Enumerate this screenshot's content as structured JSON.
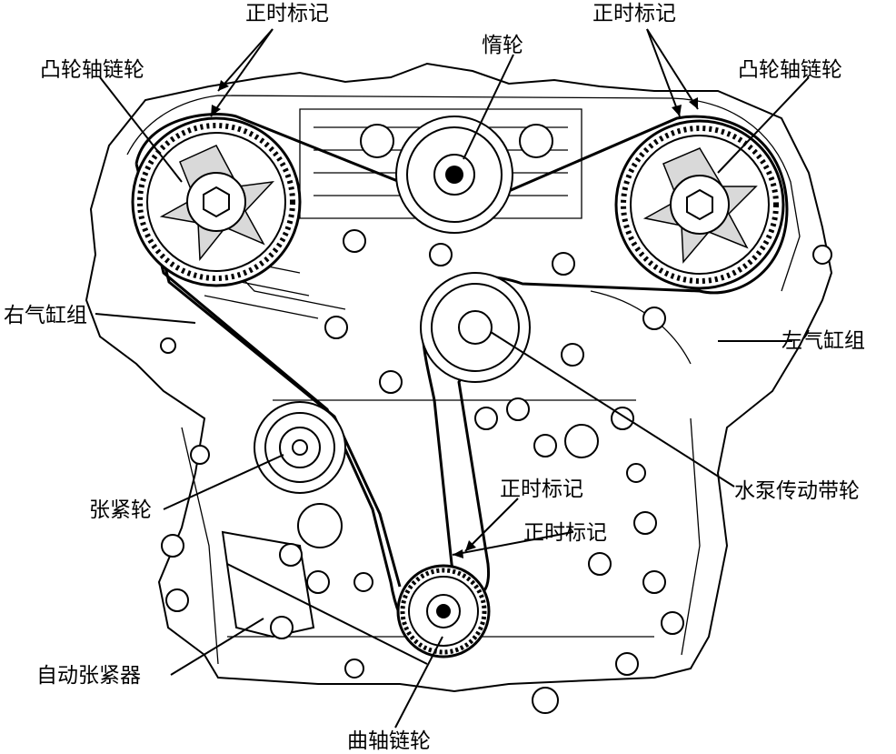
{
  "labels": {
    "timing_mark_left_top": "正时标记",
    "timing_mark_right_top": "正时标记",
    "cam_sprocket_left": "凸轮轴链轮",
    "cam_sprocket_right": "凸轮轴链轮",
    "idler": "惰轮",
    "right_bank": "右气缸组",
    "left_bank": "左气缸组",
    "water_pump_pulley": "水泵传动带轮",
    "tensioner_pulley": "张紧轮",
    "timing_mark_mid_1": "正时标记",
    "timing_mark_mid_2": "正时标记",
    "auto_tensioner": "自动张紧器",
    "crank_sprocket": "曲轴链轮"
  }
}
